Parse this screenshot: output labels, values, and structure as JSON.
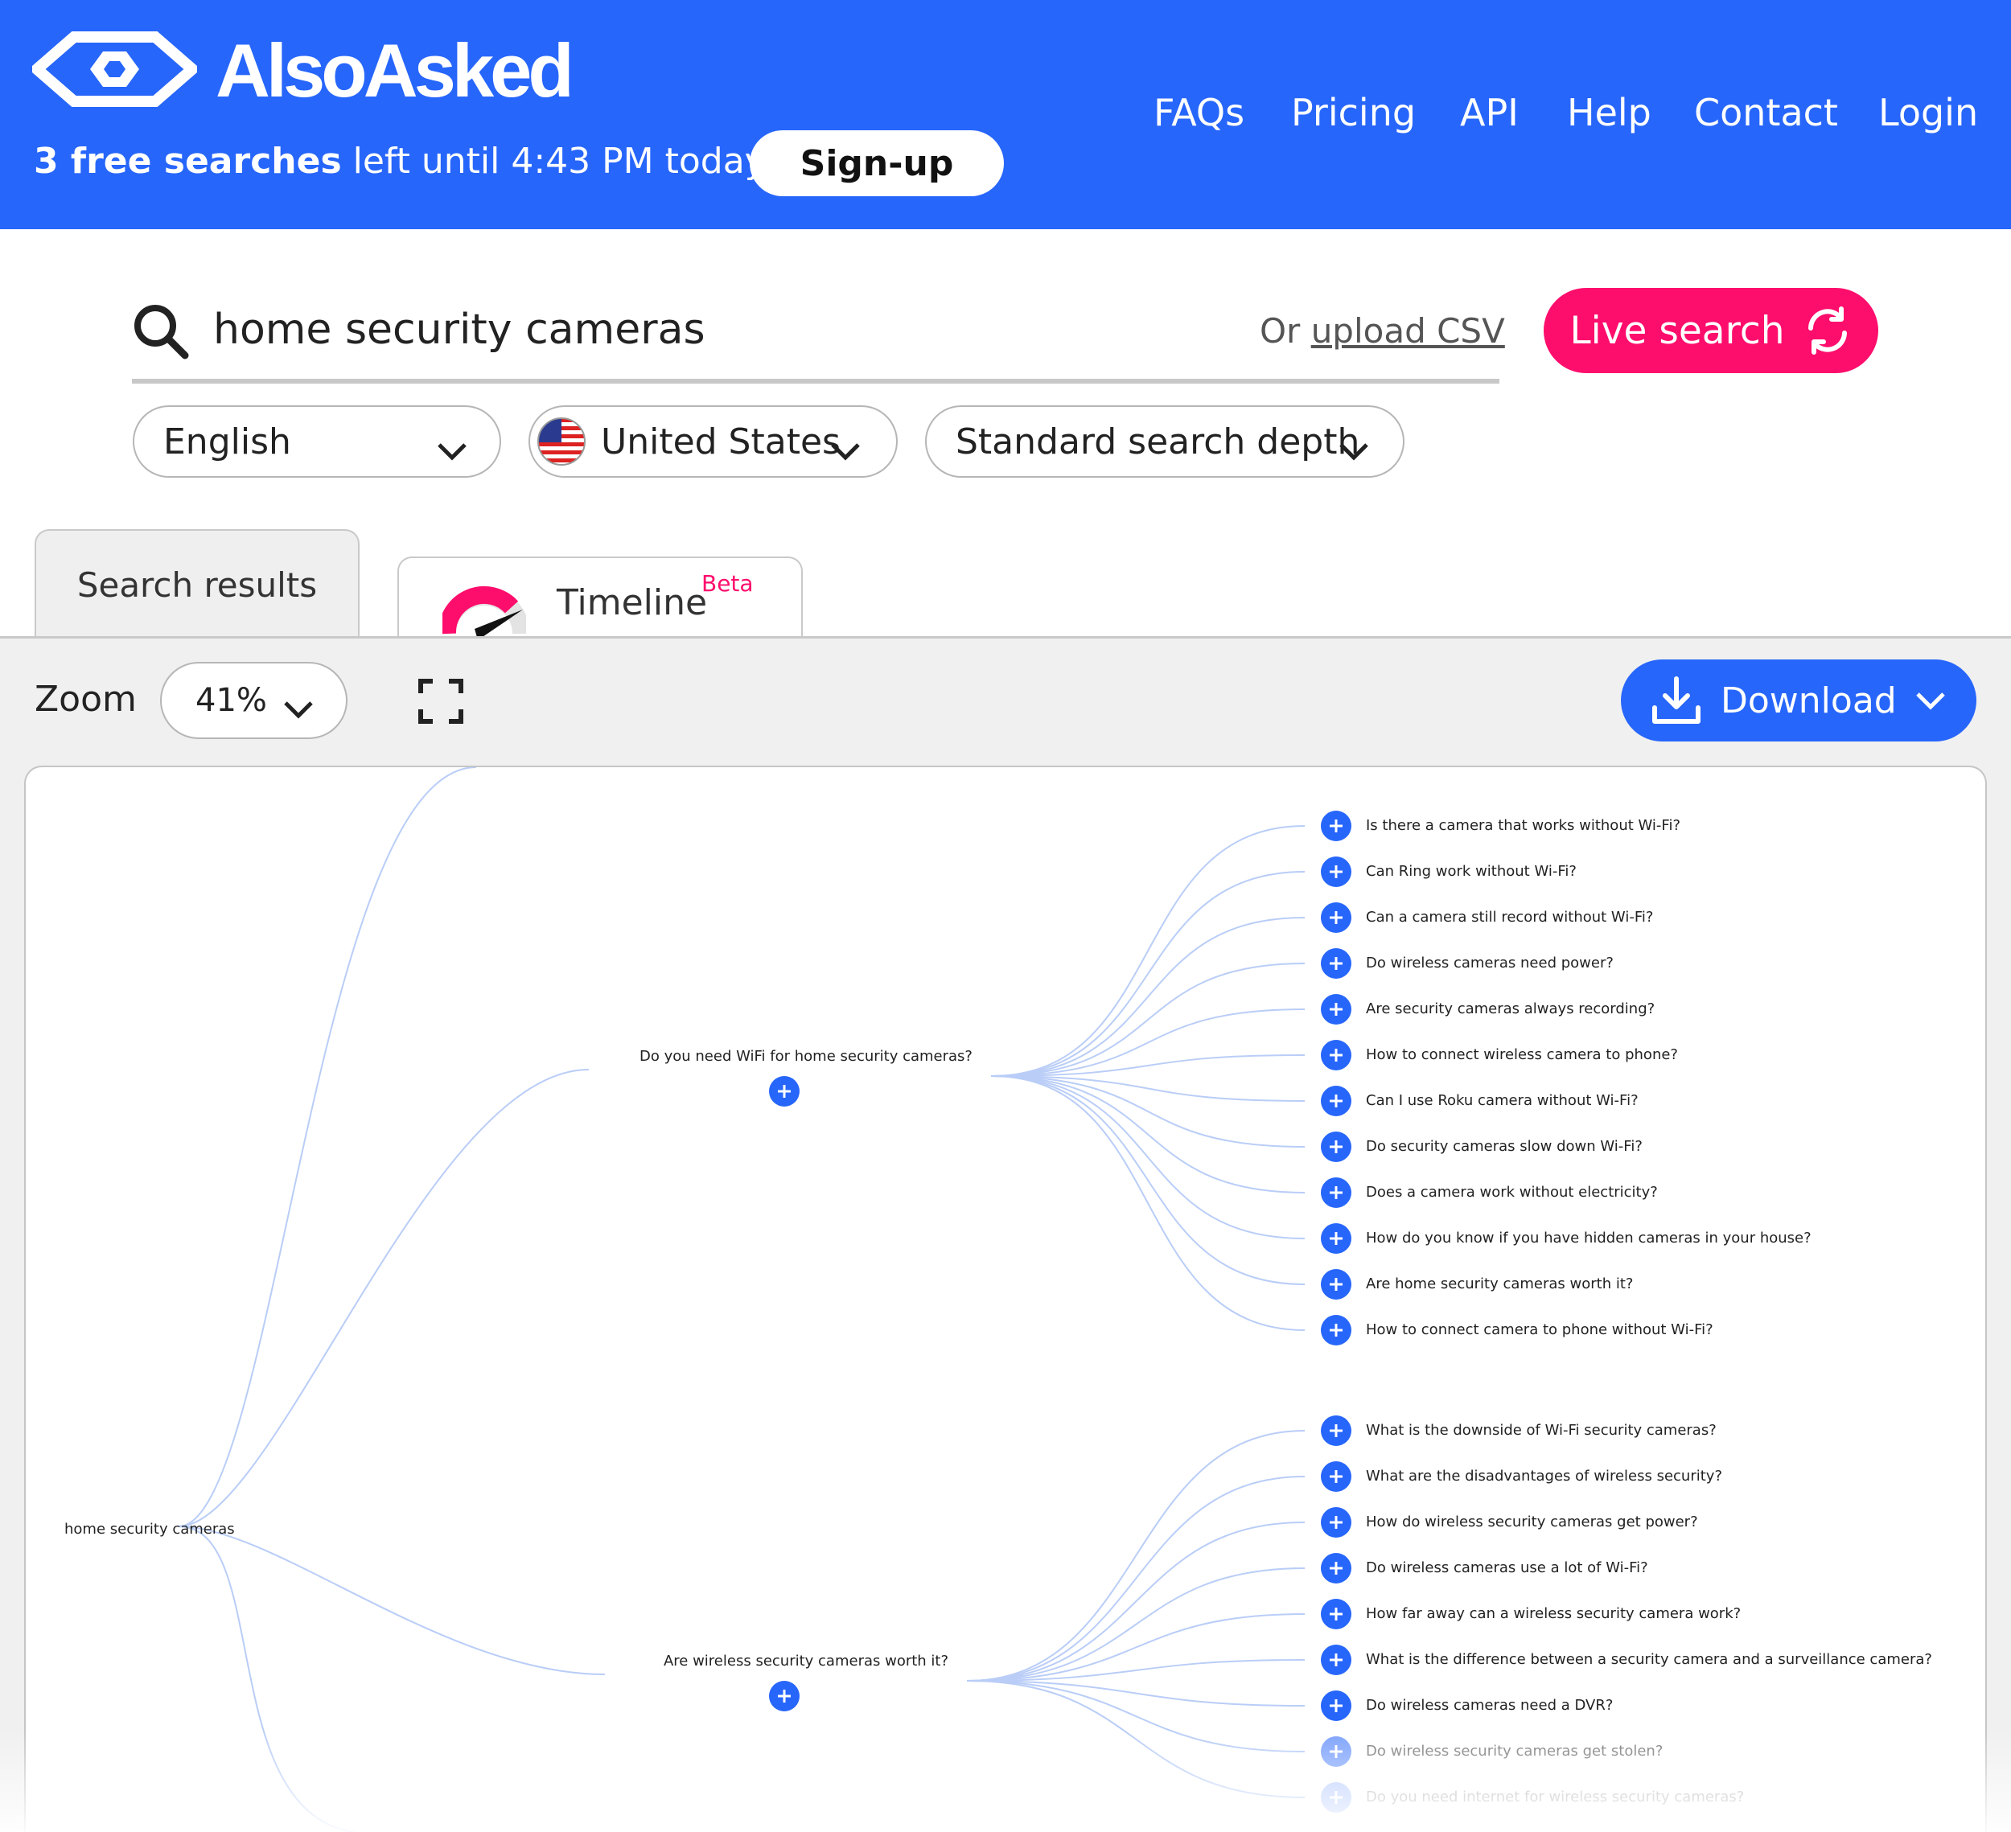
{
  "brand": {
    "name": "AlsoAsked"
  },
  "header": {
    "free_bold": "3 free searches",
    "free_rest": " left until 4:43 PM today",
    "signup_label": "Sign-up",
    "nav": [
      "FAQs",
      "Pricing",
      "API",
      "Help",
      "Contact",
      "Login"
    ]
  },
  "search": {
    "query": "home security cameras",
    "or_label": "Or ",
    "upload_label": "upload CSV",
    "live_label": "Live search"
  },
  "filters": {
    "language": "English",
    "country": "United States",
    "depth": "Standard search depth"
  },
  "tabs": {
    "results": "Search results",
    "timeline": "Timeline",
    "timeline_badge": "Beta"
  },
  "toolbar": {
    "zoom_label": "Zoom",
    "zoom_value": "41%",
    "download_label": "Download"
  },
  "map": {
    "root": "home security cameras",
    "branches": [
      {
        "question": "Do you need WiFi for home security cameras?",
        "children": [
          "Is there a camera that works without Wi-Fi?",
          "Can Ring work without Wi-Fi?",
          "Can a camera still record without Wi-Fi?",
          "Do wireless cameras need power?",
          "Are security cameras always recording?",
          "How to connect wireless camera to phone?",
          "Can I use Roku camera without Wi-Fi?",
          "Do security cameras slow down Wi-Fi?",
          "Does a camera work without electricity?",
          "How do you know if you have hidden cameras in your house?",
          "Are home security cameras worth it?",
          "How to connect camera to phone without Wi-Fi?"
        ]
      },
      {
        "question": "Are wireless security cameras worth it?",
        "children": [
          "What is the downside of Wi-Fi security cameras?",
          "What are the disadvantages of wireless security?",
          "How do wireless security cameras get power?",
          "Do wireless cameras use a lot of Wi-Fi?",
          "How far away can a wireless security camera work?",
          "What is the difference between a security camera and a surveillance camera?",
          "Do wireless cameras need a DVR?",
          "Do wireless security cameras get stolen?",
          "Do you need internet for wireless security cameras?"
        ]
      }
    ]
  },
  "colors": {
    "brand_blue": "#2766fb",
    "live_pink": "#fd0d6c",
    "link_line": "#b9cdf7"
  },
  "icons": [
    "logo-icon",
    "search-icon",
    "chevron-down-icon",
    "us-flag-icon",
    "refresh-icon",
    "gauge-icon",
    "fullscreen-icon",
    "download-icon",
    "plus-icon"
  ]
}
